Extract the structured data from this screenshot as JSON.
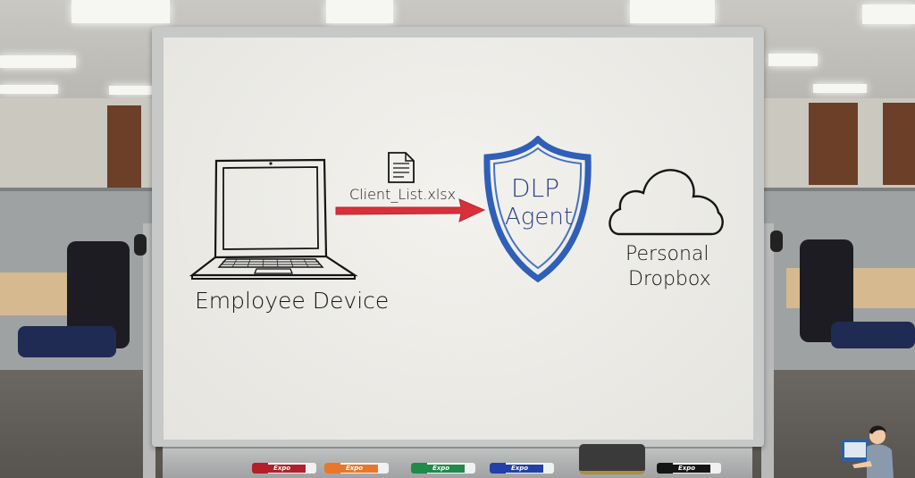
{
  "scene": {
    "description": "Office whiteboard with hand-drawn data-loss-prevention diagram",
    "setting": "open-plan office with cubicles, desks and chairs"
  },
  "whiteboard": {
    "nodes": [
      {
        "id": "employee-device",
        "icon": "laptop-icon",
        "label": "Employee Device"
      },
      {
        "id": "dlp-agent",
        "icon": "shield-icon",
        "label_line1": "DLP",
        "label_line2": "Agent",
        "color": "#2f5fb8"
      },
      {
        "id": "personal-dropbox",
        "icon": "cloud-icon",
        "label_line1": "Personal",
        "label_line2": "Dropbox"
      }
    ],
    "arrow": {
      "from": "employee-device",
      "to": "dlp-agent",
      "color": "#d8303a",
      "file_icon": "document-icon",
      "file_label": "Client_List.xlsx"
    }
  },
  "tray": {
    "markers": [
      {
        "color": "#b3202c",
        "brand": "Expo"
      },
      {
        "color": "#e8772a",
        "brand": "Expo"
      },
      {
        "color": "#1f8a4a",
        "brand": "Expo"
      },
      {
        "color": "#2240a8",
        "brand": "Expo"
      },
      {
        "color": "#151515",
        "brand": "Expo"
      }
    ],
    "eraser": "whiteboard eraser"
  },
  "colors": {
    "board": "#eeede9",
    "ink": "#151515",
    "shield_blue": "#2f5fb8",
    "arrow_red": "#d8303a"
  }
}
